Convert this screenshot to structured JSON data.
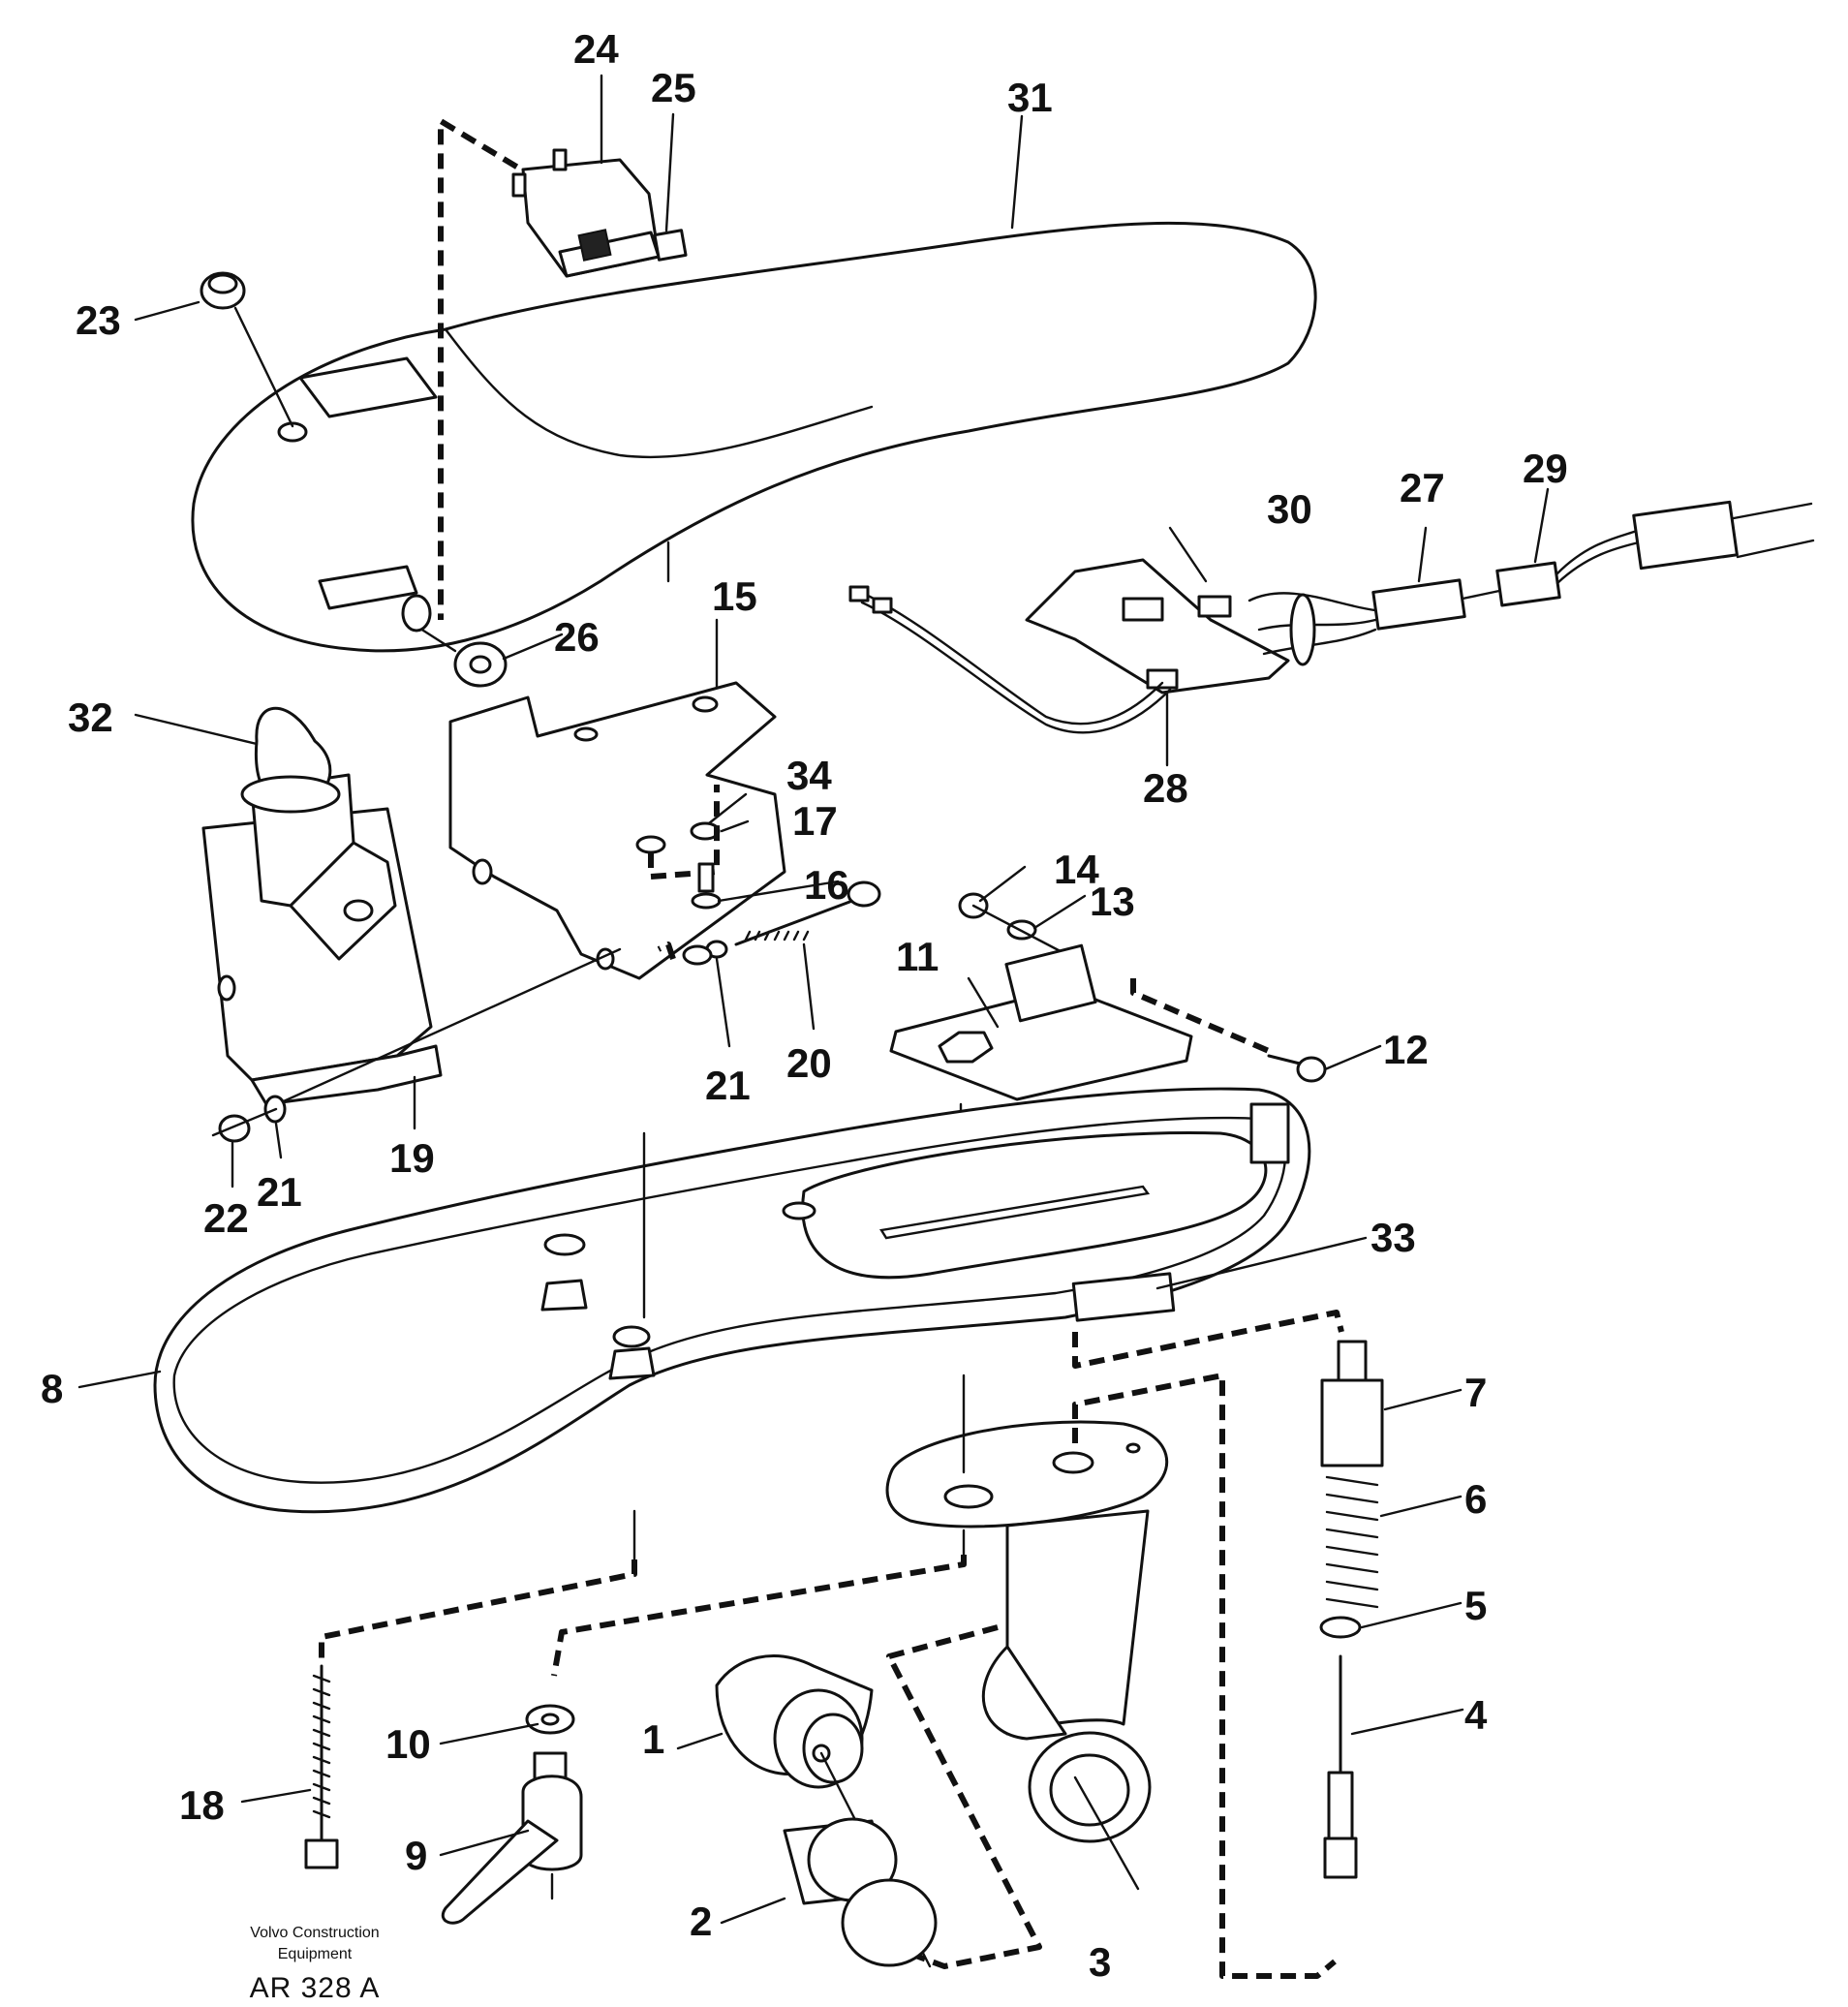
{
  "callouts": [
    "1",
    "2",
    "3",
    "4",
    "5",
    "6",
    "7",
    "8",
    "9",
    "10",
    "11",
    "12",
    "13",
    "14",
    "15",
    "16",
    "17",
    "18",
    "19",
    "20",
    "21",
    "21",
    "22",
    "23",
    "24",
    "25",
    "26",
    "27",
    "28",
    "29",
    "30",
    "31",
    "32",
    "33",
    "34"
  ],
  "footer": {
    "credit_line1": "Volvo Construction",
    "credit_line2": "Equipment",
    "doc_id": "AR 328 A"
  }
}
